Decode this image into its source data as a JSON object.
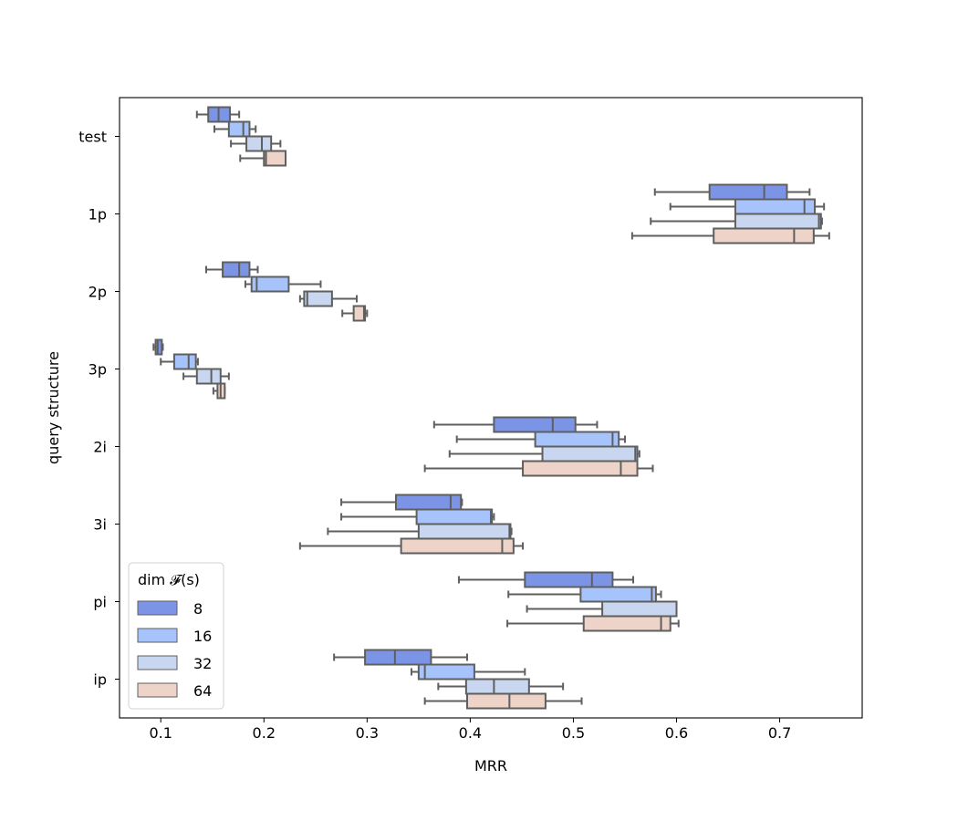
{
  "chart_data": {
    "type": "boxplot",
    "orientation": "horizontal",
    "xlabel": "MRR",
    "ylabel": "query structure",
    "xlim": [
      0.06,
      0.78
    ],
    "xticks": [
      "0.1",
      "0.2",
      "0.3",
      "0.4",
      "0.5",
      "0.6",
      "0.7"
    ],
    "xtick_values": [
      0.1,
      0.2,
      0.3,
      0.4,
      0.5,
      0.6,
      0.7
    ],
    "categories": [
      "test",
      "1p",
      "2p",
      "3p",
      "2i",
      "3i",
      "pi",
      "ip"
    ],
    "grid": false,
    "legend": {
      "title": "dim 𝓕(s)",
      "placement": "lower-left",
      "entries": [
        "8",
        "16",
        "32",
        "64"
      ]
    },
    "series": [
      {
        "name": "8",
        "color": "#7b94e6",
        "boxes": [
          {
            "category": "test",
            "whislo": 0.135,
            "q1": 0.146,
            "med": 0.156,
            "q3": 0.167,
            "whishi": 0.176
          },
          {
            "category": "1p",
            "whislo": 0.579,
            "q1": 0.632,
            "med": 0.685,
            "q3": 0.707,
            "whishi": 0.729
          },
          {
            "category": "2p",
            "whislo": 0.144,
            "q1": 0.16,
            "med": 0.176,
            "q3": 0.186,
            "whishi": 0.194
          },
          {
            "category": "3p",
            "whislo": 0.093,
            "q1": 0.095,
            "med": 0.097,
            "q3": 0.101,
            "whishi": 0.102
          },
          {
            "category": "2i",
            "whislo": 0.365,
            "q1": 0.423,
            "med": 0.48,
            "q3": 0.502,
            "whishi": 0.523
          },
          {
            "category": "3i",
            "whislo": 0.275,
            "q1": 0.328,
            "med": 0.381,
            "q3": 0.391,
            "whishi": 0.392
          },
          {
            "category": "pi",
            "whislo": 0.389,
            "q1": 0.453,
            "med": 0.518,
            "q3": 0.538,
            "whishi": 0.558
          },
          {
            "category": "ip",
            "whislo": 0.268,
            "q1": 0.298,
            "med": 0.327,
            "q3": 0.362,
            "whishi": 0.397
          }
        ]
      },
      {
        "name": "16",
        "color": "#a6c4fb",
        "boxes": [
          {
            "category": "test",
            "whislo": 0.152,
            "q1": 0.166,
            "med": 0.18,
            "q3": 0.186,
            "whishi": 0.192
          },
          {
            "category": "1p",
            "whislo": 0.594,
            "q1": 0.657,
            "med": 0.724,
            "q3": 0.734,
            "whishi": 0.743
          },
          {
            "category": "2p",
            "whislo": 0.182,
            "q1": 0.188,
            "med": 0.193,
            "q3": 0.224,
            "whishi": 0.255
          },
          {
            "category": "3p",
            "whislo": 0.1,
            "q1": 0.113,
            "med": 0.127,
            "q3": 0.134,
            "whishi": 0.136
          },
          {
            "category": "2i",
            "whislo": 0.387,
            "q1": 0.463,
            "med": 0.538,
            "q3": 0.544,
            "whishi": 0.55
          },
          {
            "category": "3i",
            "whislo": 0.275,
            "q1": 0.348,
            "med": 0.42,
            "q3": 0.421,
            "whishi": 0.423
          },
          {
            "category": "pi",
            "whislo": 0.437,
            "q1": 0.507,
            "med": 0.576,
            "q3": 0.58,
            "whishi": 0.585
          },
          {
            "category": "ip",
            "whislo": 0.343,
            "q1": 0.35,
            "med": 0.356,
            "q3": 0.404,
            "whishi": 0.453
          }
        ]
      },
      {
        "name": "32",
        "color": "#c8d7ef",
        "boxes": [
          {
            "category": "test",
            "whislo": 0.168,
            "q1": 0.183,
            "med": 0.198,
            "q3": 0.207,
            "whishi": 0.216
          },
          {
            "category": "1p",
            "whislo": 0.575,
            "q1": 0.657,
            "med": 0.738,
            "q3": 0.74,
            "whishi": 0.741
          },
          {
            "category": "2p",
            "whislo": 0.235,
            "q1": 0.239,
            "med": 0.242,
            "q3": 0.266,
            "whishi": 0.29
          },
          {
            "category": "3p",
            "whislo": 0.122,
            "q1": 0.135,
            "med": 0.149,
            "q3": 0.158,
            "whishi": 0.166
          },
          {
            "category": "2i",
            "whislo": 0.38,
            "q1": 0.47,
            "med": 0.56,
            "q3": 0.562,
            "whishi": 0.564
          },
          {
            "category": "3i",
            "whislo": 0.262,
            "q1": 0.35,
            "med": 0.438,
            "q3": 0.439,
            "whishi": 0.44
          },
          {
            "category": "pi",
            "whislo": 0.455,
            "q1": 0.528,
            "med": 0.6,
            "q3": 0.6,
            "whishi": 0.6
          },
          {
            "category": "ip",
            "whislo": 0.369,
            "q1": 0.396,
            "med": 0.423,
            "q3": 0.457,
            "whishi": 0.49
          }
        ]
      },
      {
        "name": "64",
        "color": "#eed3c8",
        "boxes": [
          {
            "category": "test",
            "whislo": 0.177,
            "q1": 0.2,
            "med": 0.202,
            "q3": 0.221,
            "whishi": 0.221
          },
          {
            "category": "1p",
            "whislo": 0.557,
            "q1": 0.636,
            "med": 0.714,
            "q3": 0.733,
            "whishi": 0.748
          },
          {
            "category": "2p",
            "whislo": 0.276,
            "q1": 0.287,
            "med": 0.297,
            "q3": 0.298,
            "whishi": 0.3
          },
          {
            "category": "3p",
            "whislo": 0.151,
            "q1": 0.155,
            "med": 0.158,
            "q3": 0.162,
            "whishi": 0.162
          },
          {
            "category": "2i",
            "whislo": 0.356,
            "q1": 0.451,
            "med": 0.546,
            "q3": 0.562,
            "whishi": 0.577
          },
          {
            "category": "3i",
            "whislo": 0.235,
            "q1": 0.333,
            "med": 0.431,
            "q3": 0.442,
            "whishi": 0.451
          },
          {
            "category": "pi",
            "whislo": 0.436,
            "q1": 0.51,
            "med": 0.585,
            "q3": 0.594,
            "whishi": 0.602
          },
          {
            "category": "ip",
            "whislo": 0.356,
            "q1": 0.397,
            "med": 0.438,
            "q3": 0.473,
            "whishi": 0.508
          }
        ]
      }
    ]
  }
}
